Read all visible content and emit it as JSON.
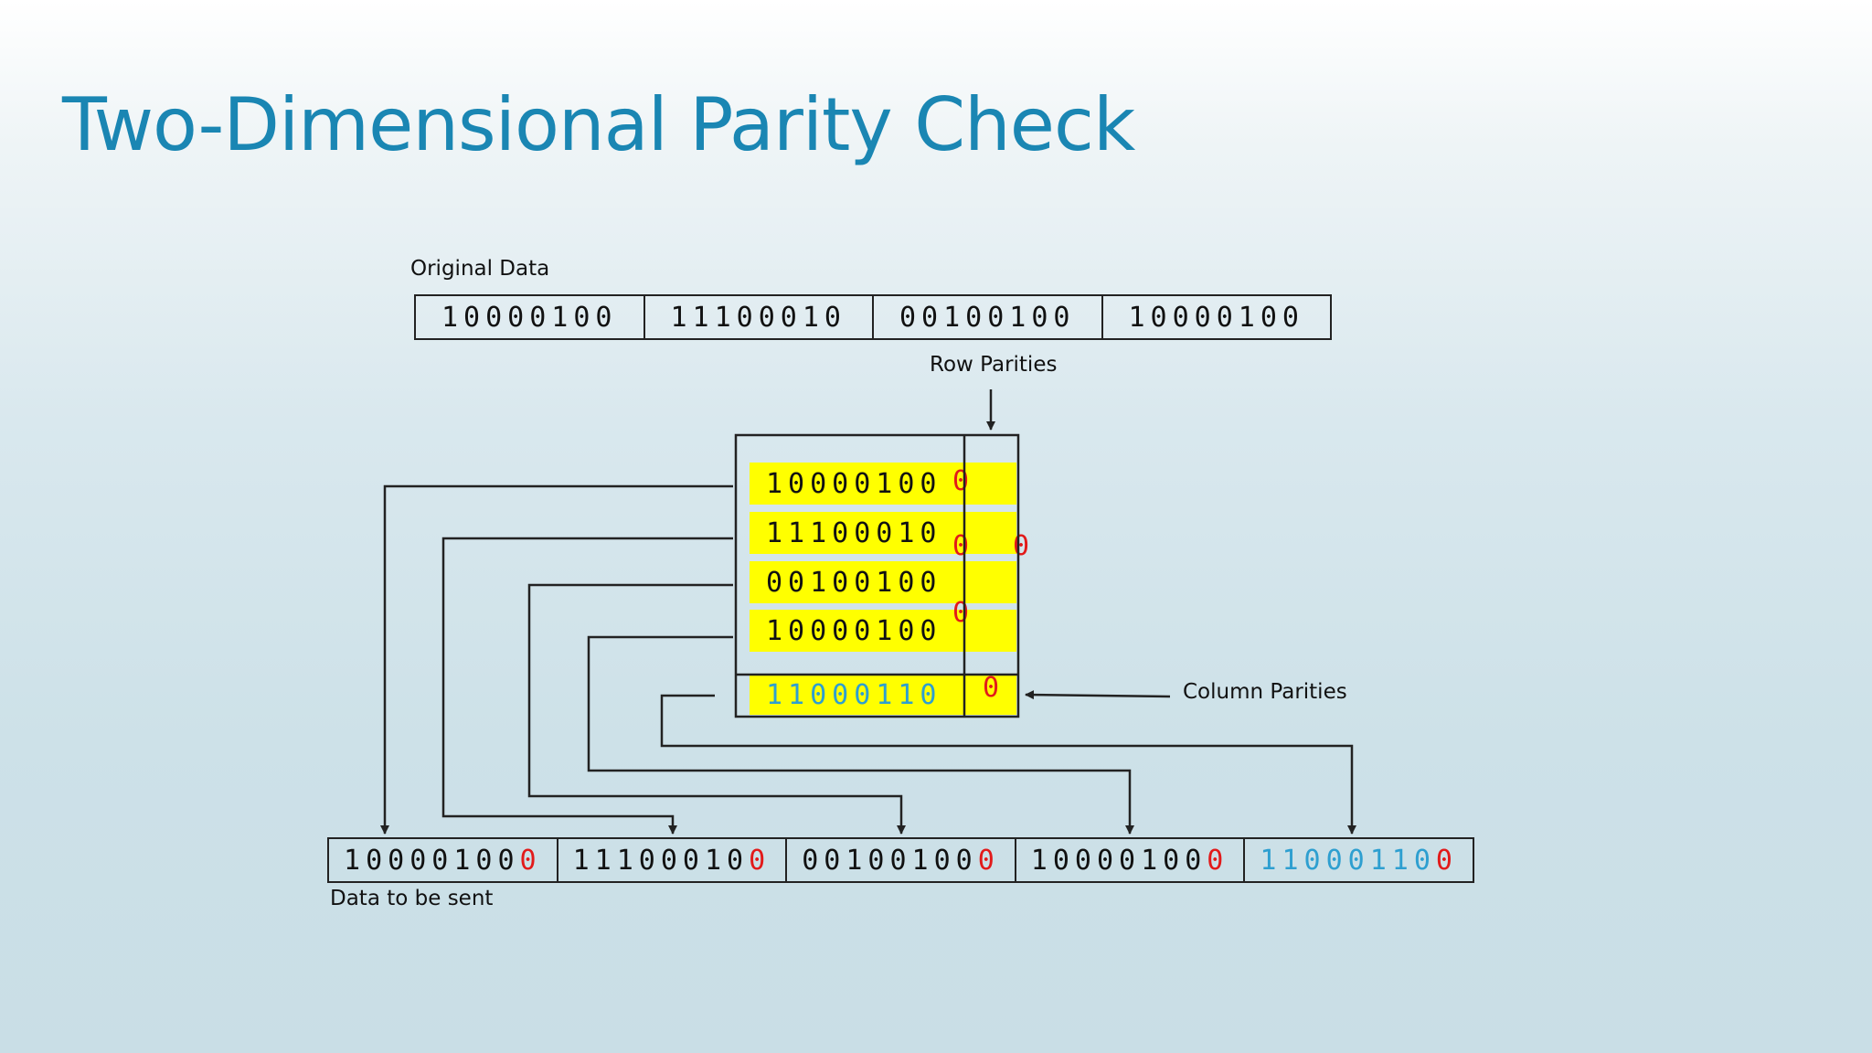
{
  "slide": {
    "title": "Two-Dimensional Parity Check"
  },
  "labels": {
    "original_data": "Original Data",
    "row_parities": "Row Parities",
    "column_parities": "Column Parities",
    "data_to_be_sent": "Data to be sent"
  },
  "original_data": [
    "10000100",
    "11100010",
    "00100100",
    "10000100"
  ],
  "matrix": {
    "rows": [
      "10000100",
      "11100010",
      "00100100",
      "10000100"
    ],
    "row_parity_digits": [
      "0",
      "0",
      "0",
      "0"
    ],
    "column_parity_row": "11000110",
    "column_parity_bit": "0"
  },
  "sent": [
    {
      "data": "10000100",
      "parity": "0"
    },
    {
      "data": "11100010",
      "parity": "0"
    },
    {
      "data": "00100100",
      "parity": "0"
    },
    {
      "data": "10000100",
      "parity": "0"
    },
    {
      "data": "11000110",
      "parity": "0"
    }
  ],
  "colors": {
    "title": "#1a86b3",
    "highlight": "#ffff00",
    "parity": "#e21a1a",
    "column_parity": "#2e9fd0"
  }
}
